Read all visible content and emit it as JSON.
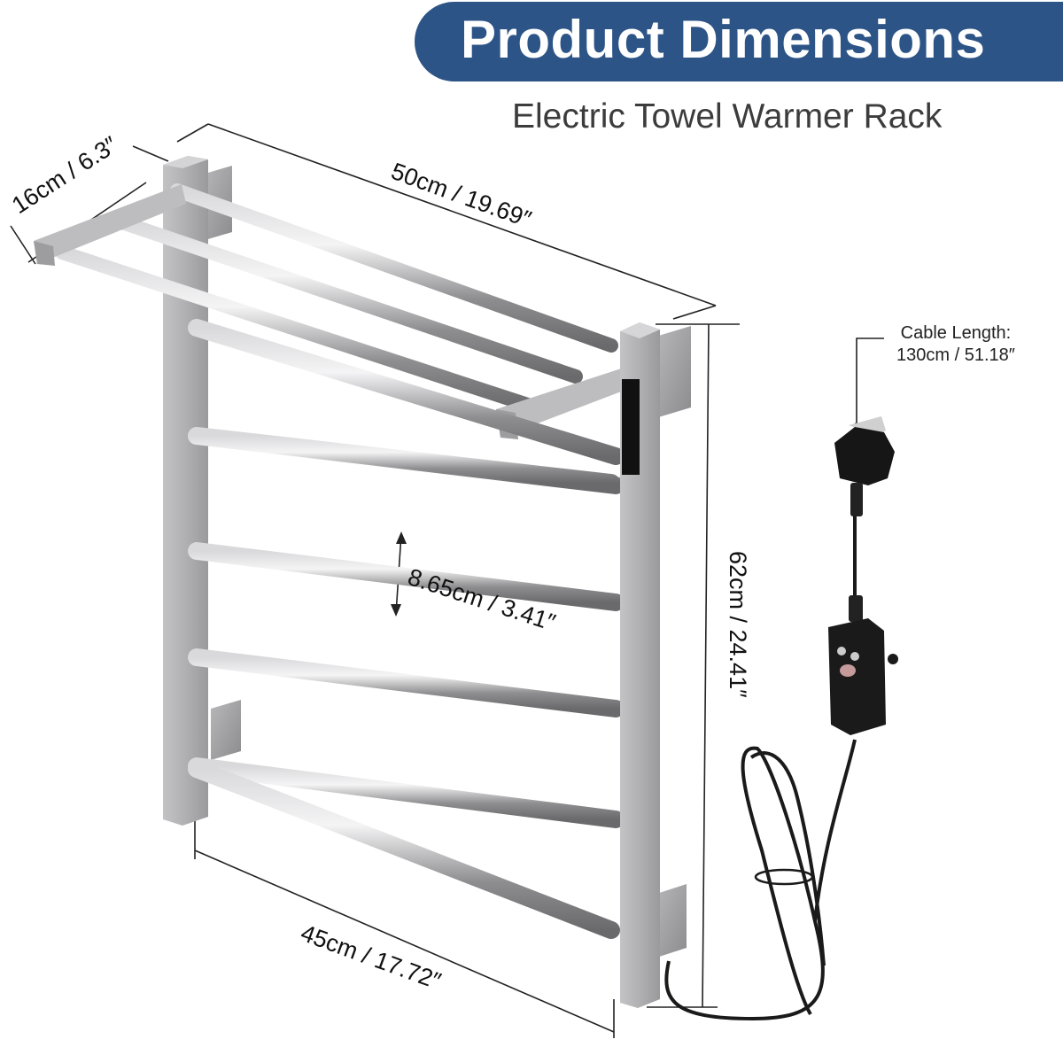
{
  "header": {
    "title": "Product Dimensions",
    "subtitle": "Electric Towel Warmer Rack",
    "banner_color": "#2d5486"
  },
  "dimensions": {
    "depth": "16cm / 6.3″",
    "top_width": "50cm / 19.69″",
    "height": "62cm / 24.41″",
    "bar_spacing": "8.65cm / 3.41″",
    "bottom_width": "45cm / 17.72″"
  },
  "cable": {
    "label_line1": "Cable Length:",
    "label_line2": "130cm / 51.18″"
  },
  "product": {
    "shelf_bars": 3,
    "ladder_bars": 6,
    "plug_type": "UK 3-pin plug",
    "has_rcd_switch": true,
    "finish_color": "#a9a9ab",
    "cable_color": "#1a1a1a"
  }
}
